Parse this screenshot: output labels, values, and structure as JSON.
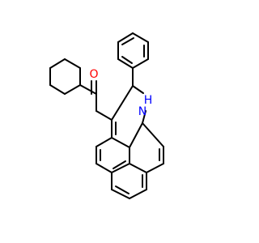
{
  "diagram": {
    "type": "chemical-structure",
    "colors": {
      "background": "#ffffff",
      "bond": "#000000",
      "oxygen": "#ff0000",
      "nitrogen": "#0000ff"
    },
    "labels": {
      "oxygen": "O",
      "nitrogen_h": "H",
      "nitrogen_n": "N"
    }
  }
}
